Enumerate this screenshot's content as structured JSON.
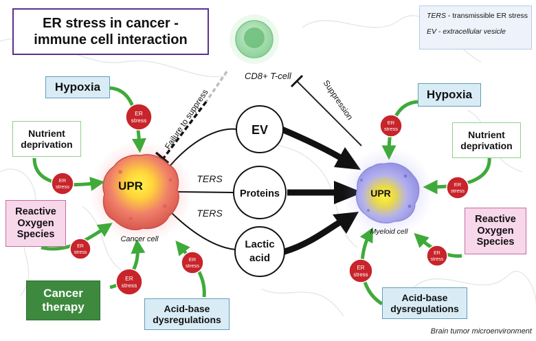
{
  "title": {
    "line1": "ER stress in cancer -",
    "line2": "immune cell interaction"
  },
  "legend": {
    "ters_abbr": "TERS",
    "ters_def": " - transmissible ER stress",
    "ev_abbr": "EV",
    "ev_def": " - extracellular vesicle"
  },
  "tcell_label": "CD8+ T-cell",
  "failure_label": "Failure to suppress",
  "suppression_label": "Suppression",
  "cancer_cell": {
    "core": "UPR",
    "caption": "Cancer cell"
  },
  "myeloid_cell": {
    "core": "UPR",
    "caption": "Myeloid cell"
  },
  "transfer": {
    "ev": "EV",
    "proteins": "Proteins",
    "lactic_line1": "Lactic",
    "lactic_line2": "acid",
    "ters1": "TERS",
    "ters2": "TERS"
  },
  "er_stress": {
    "line1": "ER",
    "line2": "stress"
  },
  "left_stressors": {
    "hypoxia": "Hypoxia",
    "nutrient_line1": "Nutrient",
    "nutrient_line2": "deprivation",
    "ros_line1": "Reactive",
    "ros_line2": "Oxygen",
    "ros_line3": "Species",
    "therapy_line1": "Cancer",
    "therapy_line2": "therapy",
    "acid_line1": "Acid-base",
    "acid_line2": "dysregulations"
  },
  "right_stressors": {
    "hypoxia": "Hypoxia",
    "nutrient_line1": "Nutrient",
    "nutrient_line2": "deprivation",
    "ros_line1": "Reactive",
    "ros_line2": "Oxygen",
    "ros_line3": "Species",
    "acid_line1": "Acid-base",
    "acid_line2": "dysregulations"
  },
  "footer": "Brain tumor microenvironment",
  "colors": {
    "title_border": "#5b2e91",
    "er_badge": "#c8242b",
    "green_arrow": "#3faa3a",
    "cancer_cell": "#e86a5c",
    "myeloid_cell": "#a9a6ea",
    "therapy": "#3d8a3f"
  }
}
